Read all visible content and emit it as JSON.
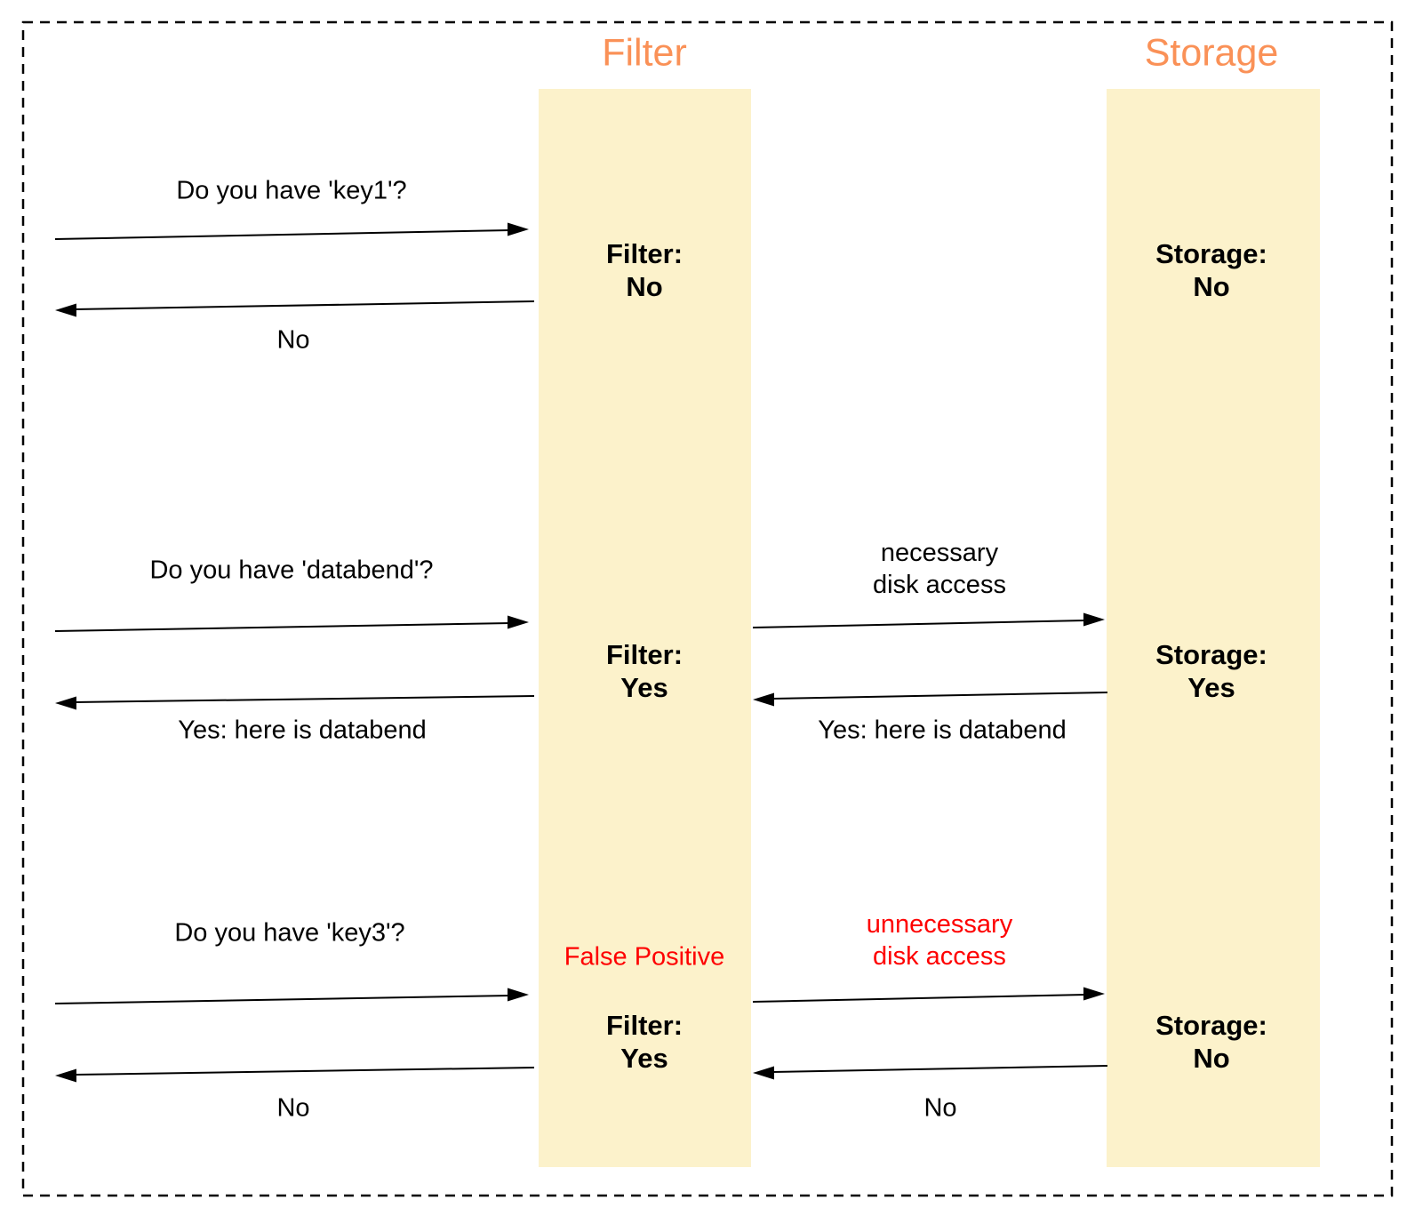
{
  "header": {
    "filter": "Filter",
    "storage": "Storage"
  },
  "colors": {
    "lane_fill": "#FCF2CB",
    "header_text": "#FA9157",
    "alert_text": "#FE0000",
    "line": "#000000"
  },
  "scenarios": [
    {
      "request": "Do you have 'key1'?",
      "client_response": "No",
      "filter_label": "Filter:",
      "filter_value": "No",
      "storage_label": "Storage:",
      "storage_value": "No"
    },
    {
      "request": "Do you have 'databend'?",
      "client_response": "Yes: here is databend",
      "filter_label": "Filter:",
      "filter_value": "Yes",
      "disk_note_line1": "necessary",
      "disk_note_line2": "disk access",
      "storage_response": "Yes: here is databend",
      "storage_label": "Storage:",
      "storage_value": "Yes"
    },
    {
      "request": "Do you have 'key3'?",
      "client_response": "No",
      "filter_flag": "False Positive",
      "filter_label": "Filter:",
      "filter_value": "Yes",
      "disk_note_line1": "unnecessary",
      "disk_note_line2": "disk access",
      "storage_response": "No",
      "storage_label": "Storage:",
      "storage_value": "No"
    }
  ]
}
